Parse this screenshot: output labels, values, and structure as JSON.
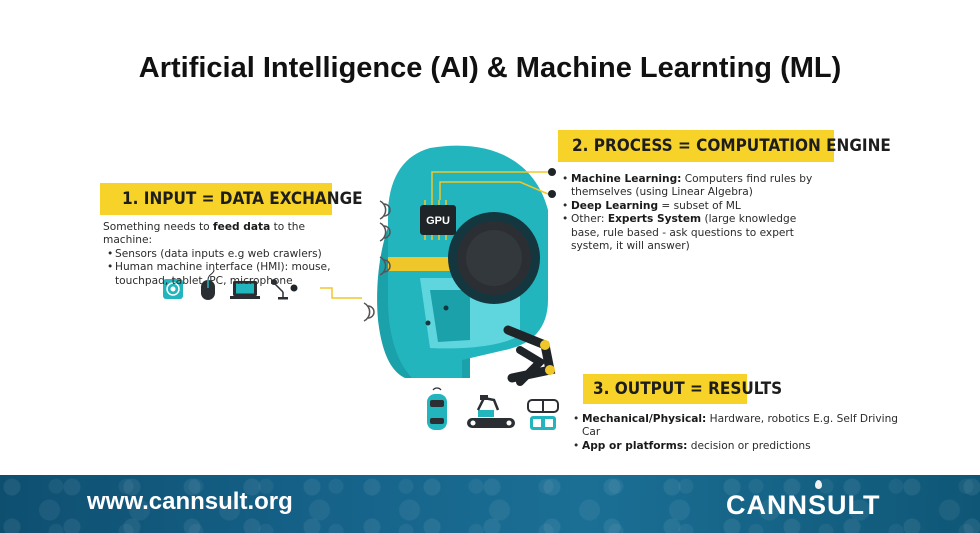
{
  "title": "Artificial Intelligence (AI) & Machine Learnting (ML)",
  "colors": {
    "banner": "#f7d32a",
    "teal": "#23b5bd",
    "footer": "#155f84",
    "dark": "#1f2428"
  },
  "input": {
    "heading": "1. INPUT = DATA EXCHANGE",
    "intro_pre": "Something needs to ",
    "intro_bold": "feed data",
    "intro_post": " to the machine:",
    "bullets": [
      "Sensors (data inputs e.g web crawlers)",
      "Human machine interface (HMI): mouse, touchpad, tablet, PC, microphone"
    ],
    "icons": [
      "sensor-icon",
      "mouse-icon",
      "laptop-icon",
      "microphone-icon"
    ]
  },
  "process": {
    "heading": "2. PROCESS = COMPUTATION ENGINE",
    "bullets": [
      {
        "bold": "Machine Learning:",
        "text": " Computers find rules by themselves (using Linear Algebra)"
      },
      {
        "bold": "Deep Learning",
        "text": " = subset of ML"
      },
      {
        "pre": "Other: ",
        "bold": "Experts System",
        "text": " (large knowledge base, rule based - ask questions to expert system, it will answer)"
      }
    ]
  },
  "gpu_label": "GPU",
  "output": {
    "heading": "3. OUTPUT = RESULTS",
    "bullets": [
      {
        "bold": "Mechanical/Physical:",
        "text": " Hardware, robotics E.g. Self Driving Car"
      },
      {
        "bold": "App or platforms:",
        "text": " decision or predictions"
      }
    ],
    "icons": [
      "self-driving-car-icon",
      "robotic-arm-icon",
      "vr-glasses-icon"
    ]
  },
  "footer": {
    "url": "www.cannsult.org",
    "brand": "CANNSULT"
  }
}
